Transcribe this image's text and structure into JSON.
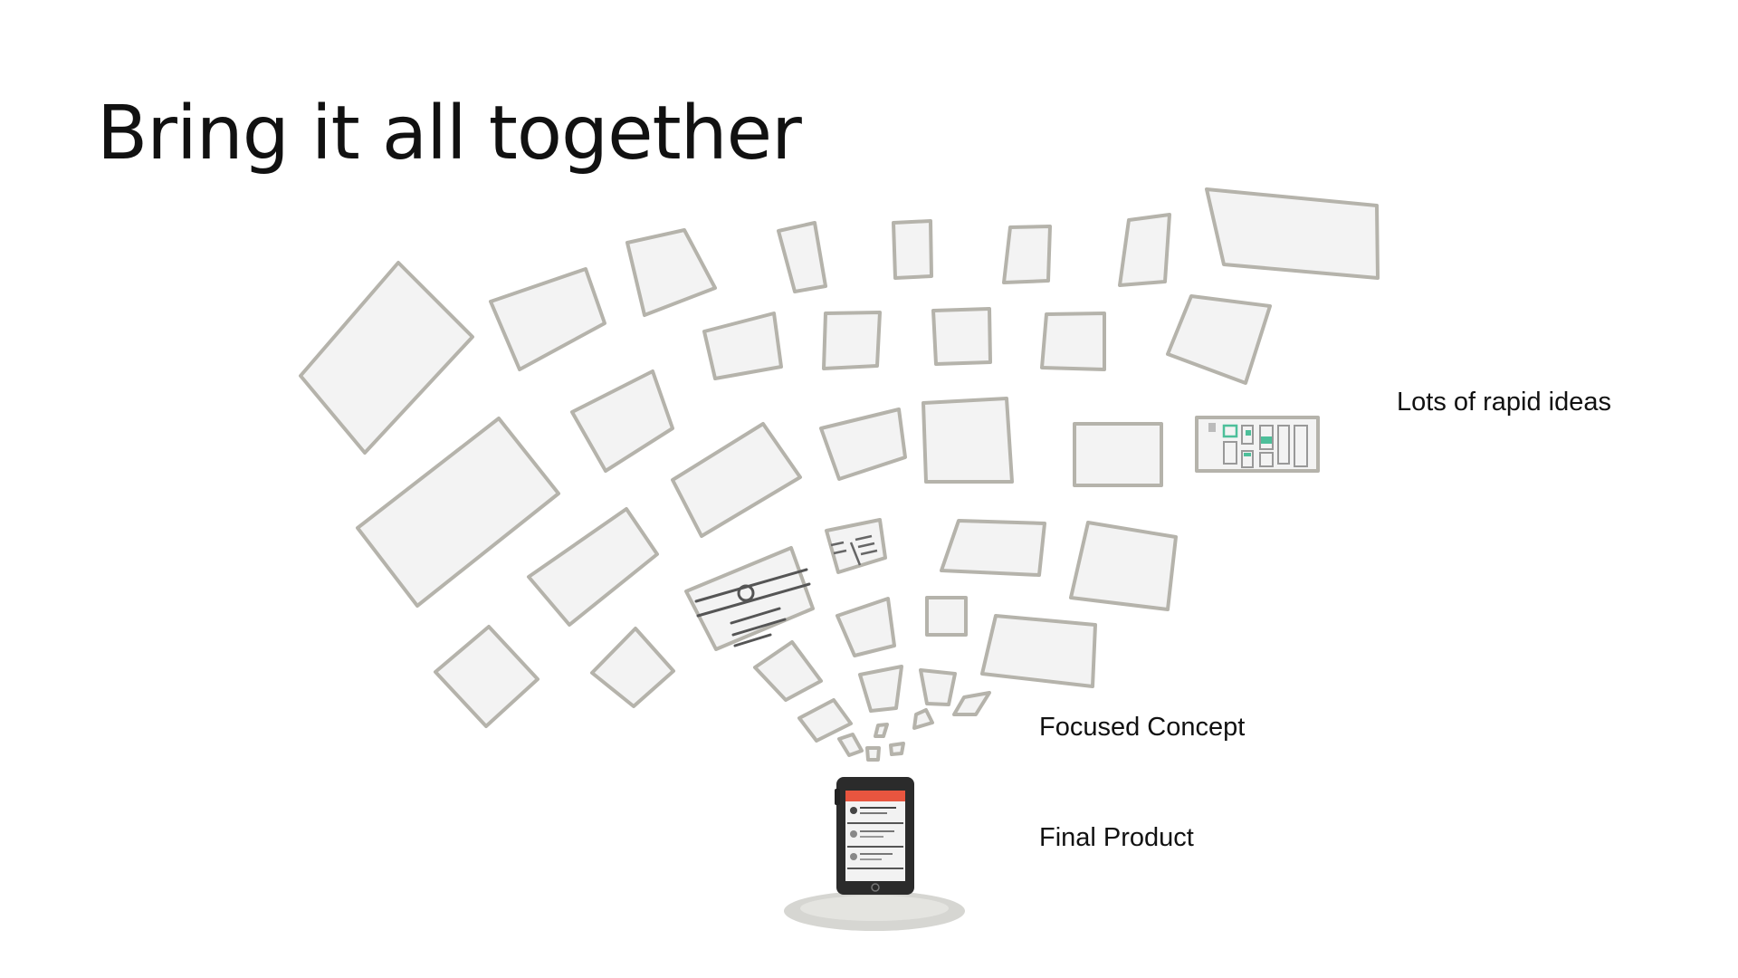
{
  "slide": {
    "title": "Bring it all together"
  },
  "labels": {
    "rapid_ideas": "Lots of rapid ideas",
    "focused_concept": "Focused Concept",
    "final_product": "Final Product"
  },
  "colors": {
    "sketch_stroke": "#b5b3ab",
    "sketch_fill": "#f3f3f3",
    "phone_body": "#2b2b2b",
    "phone_header": "#e8553f",
    "accent_green": "#4dbf9a"
  }
}
